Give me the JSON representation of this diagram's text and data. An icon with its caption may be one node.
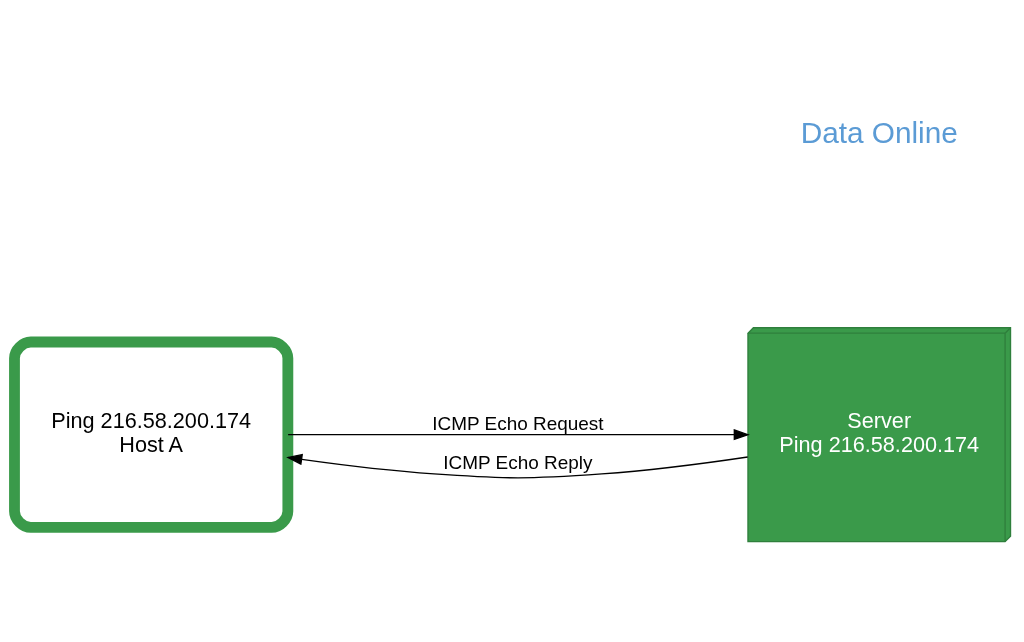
{
  "diagram": {
    "nodes": [
      {
        "text": [
          "Ping 216.58.200.174",
          "Host A"
        ]
      },
      {
        "text": [
          "Server",
          "Ping 216.58.200.174"
        ]
      }
    ],
    "edges": [
      {
        "from": 0,
        "to": 1,
        "arrow": "to",
        "label": "ICMP Echo Request"
      },
      {
        "from": 1,
        "to": 0,
        "arrow": "to",
        "label": "ICMP Echo Reply"
      }
    ],
    "labels": [
      "Data Online"
    ]
  }
}
